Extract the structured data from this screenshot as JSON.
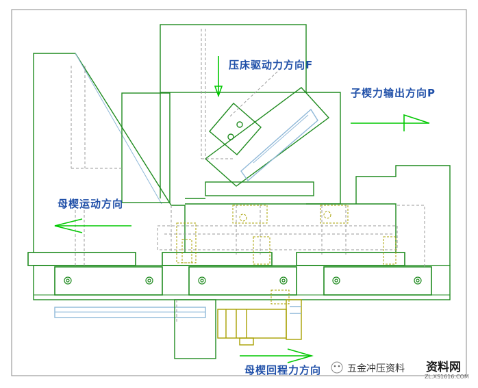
{
  "labels": {
    "press_direction": "压床驱动力方向F",
    "child_output_direction": "子楔力输出方向P",
    "mother_motion_direction": "母楔运动方向",
    "mother_return_direction": "母楔回程力方向"
  },
  "watermark": {
    "account_text": "五金冲压资料",
    "logo_text": "资料网",
    "url": "ZL.XS1616.COM"
  },
  "colors": {
    "outline_green": "#1e8a1e",
    "arrow_green": "#00c800",
    "label_blue": "#1f4fa8",
    "hidden_line_gray": "#9a9a9a",
    "light_blue_line": "#8fb8d8",
    "olive_line": "#a8a000",
    "frame_gray": "#888888"
  },
  "icons": {
    "wechat_badge": "wechat-icon"
  }
}
